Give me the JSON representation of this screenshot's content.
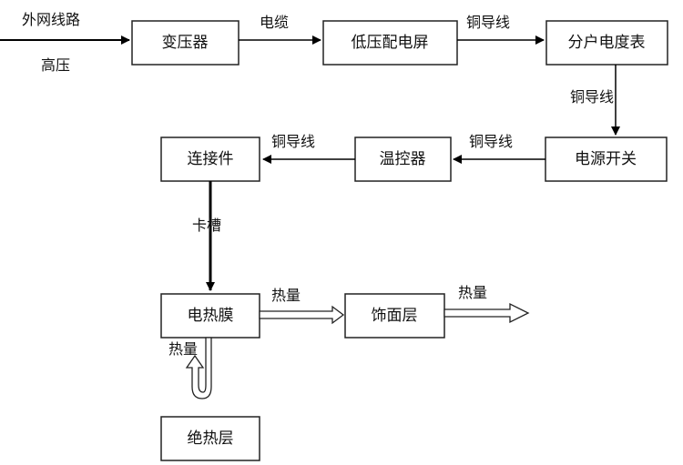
{
  "nodes": {
    "transformer": "变压器",
    "low_voltage_panel": "低压配电屏",
    "household_meter": "分户电度表",
    "power_switch": "电源开关",
    "thermostat": "温控器",
    "connector": "连接件",
    "heating_film": "电热膜",
    "finish_layer": "饰面层",
    "insulation_layer": "绝热层"
  },
  "edge_labels": {
    "external_line": "外网线路",
    "high_voltage": "高压",
    "cable": "电缆",
    "copper_wire_1": "铜导线",
    "copper_wire_2": "铜导线",
    "copper_wire_3": "铜导线",
    "copper_wire_4": "铜导线",
    "clip_slot": "卡槽",
    "heat_1": "热量",
    "heat_2": "热量",
    "heat_3": "热量"
  }
}
